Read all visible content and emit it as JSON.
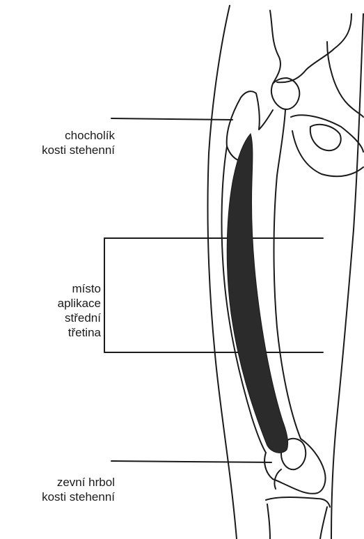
{
  "labels": {
    "greater_trochanter": [
      "chocholík",
      "kosti stehenní"
    ],
    "application_site": [
      "místo",
      "aplikace",
      "střední",
      "třetina"
    ],
    "lateral_epicondyle": [
      "zevní hrbol",
      "kosti stehenní"
    ]
  },
  "colors": {
    "ink": "#1a1a1a",
    "shading": "#2b2b2b",
    "background": "#ffffff"
  }
}
